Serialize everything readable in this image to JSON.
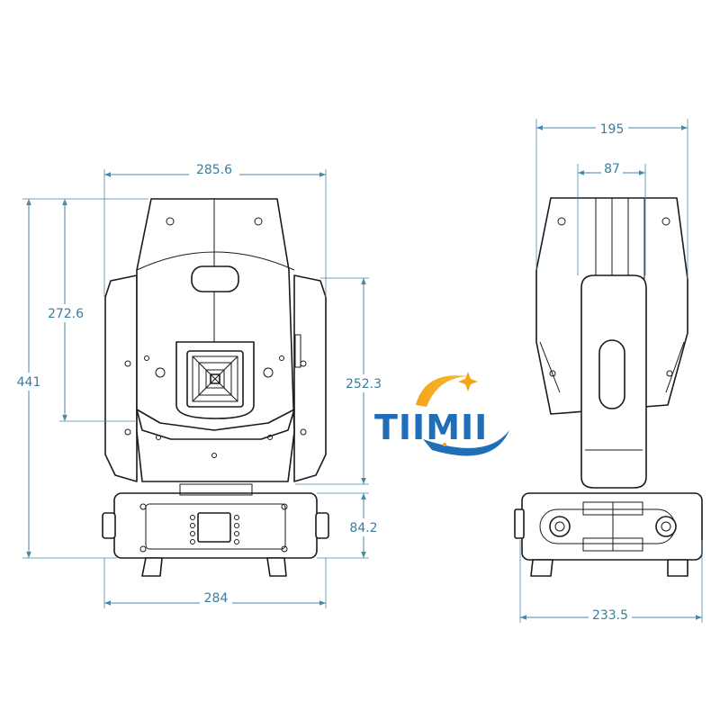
{
  "colors": {
    "dimension": "#4a8aa8",
    "dimension_text": "#3a7d9c",
    "outline": "#1a1a1a",
    "logo_blue": "#1e6fb8",
    "logo_orange": "#f5a31a"
  },
  "logo": {
    "text": "TIIMII",
    "icon": "star-swoosh-icon"
  },
  "front_view": {
    "dim_top_width": "285.6",
    "dim_head_height": "272.6",
    "dim_total_height": "441",
    "dim_arm_height": "252.3",
    "dim_base_height": "84.2",
    "dim_base_width": "284"
  },
  "side_view": {
    "dim_total_width": "195",
    "dim_inner_width": "87",
    "dim_base_width": "233.5"
  }
}
